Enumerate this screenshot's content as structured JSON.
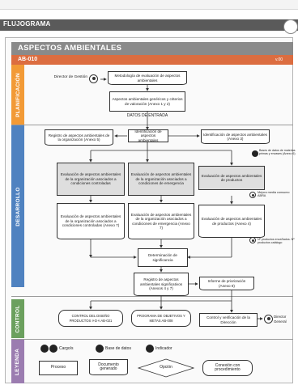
{
  "header_bar": {
    "title": "FLUJOGRAMA"
  },
  "sheet": {
    "title": "ASPECTOS AMBIENTALES",
    "code": "AB-010",
    "version": "v.00"
  },
  "lanes": {
    "planning": "PLANIFICACIÓN",
    "development": "DESARROLLO",
    "control": "CONTROL",
    "legend": "LEYENDA"
  },
  "planning": {
    "actor": "Director de Gestión",
    "methodology": "Metodología de evaluación de aspectos ambientales",
    "criteria": "Aspectos ambientales genéricos y criterios de valoración (Anexo 1 y 2)",
    "input_label": "DATOS DE ENTRADA"
  },
  "development": {
    "register_org": "Registro de aspectos ambientales de la organización (Anexo 5)",
    "identify": "Identificación de aspectos ambientales",
    "identify_annex": "Identificación de aspectos ambientales (Anexo 3)",
    "db_note": "Bases de datos de materias primas y envases (Anexo 6)",
    "eval_org_1": "Evaluación de aspectos ambientales de la organización asociados a condiciones controladas",
    "eval_org_2": "Evaluación de aspectos ambientales de la organización asociados a condiciones de emergencia",
    "eval_prod_1": "Evaluación de aspectos ambientales de productos",
    "best_env": "Mejora media consumo ABRA",
    "eval_ctrl_annex": "Evaluación de aspectos ambientales de la organización asociados a condiciones controladas (Anexo 7)",
    "eval_emerg_annex": "Evaluación de aspectos ambientales de la organización asociados a condiciones de emergencia (Anexo 7)",
    "eval_prod_annex": "Evaluación de aspectos ambientales de productos (Anexo 4)",
    "products_note": "Nº productos envaSados. Nº productos catálogo",
    "significance": "Determinación de significancia",
    "significant_reg": "Registro de aspectos ambientales significativos (Anexos 4 y 7)",
    "report": "Informe de priorización (Anexo 8)"
  },
  "control": {
    "control_design": "CONTROL DEL DISEÑO PRODUCTOS I+D+i AB-021",
    "programme": "PROGRAMA DE OBJETIVOS Y METAS AB-008",
    "verification": "Control y verificación de la Dirección",
    "actor": "Director General"
  },
  "legend": {
    "role": "Cargo/s",
    "database": "Base de datos",
    "indicator": "Indicador",
    "process": "Proceso",
    "document": "Documento generado",
    "option": "Opción",
    "connection": "Conexión con procedimiento"
  },
  "colors": {
    "planning": "#f29a36",
    "development": "#4f82c0",
    "control": "#6ba05e",
    "legend": "#9b7cb0",
    "code_bar": "#dc6d40",
    "title_bar": "#8a8a8a"
  }
}
